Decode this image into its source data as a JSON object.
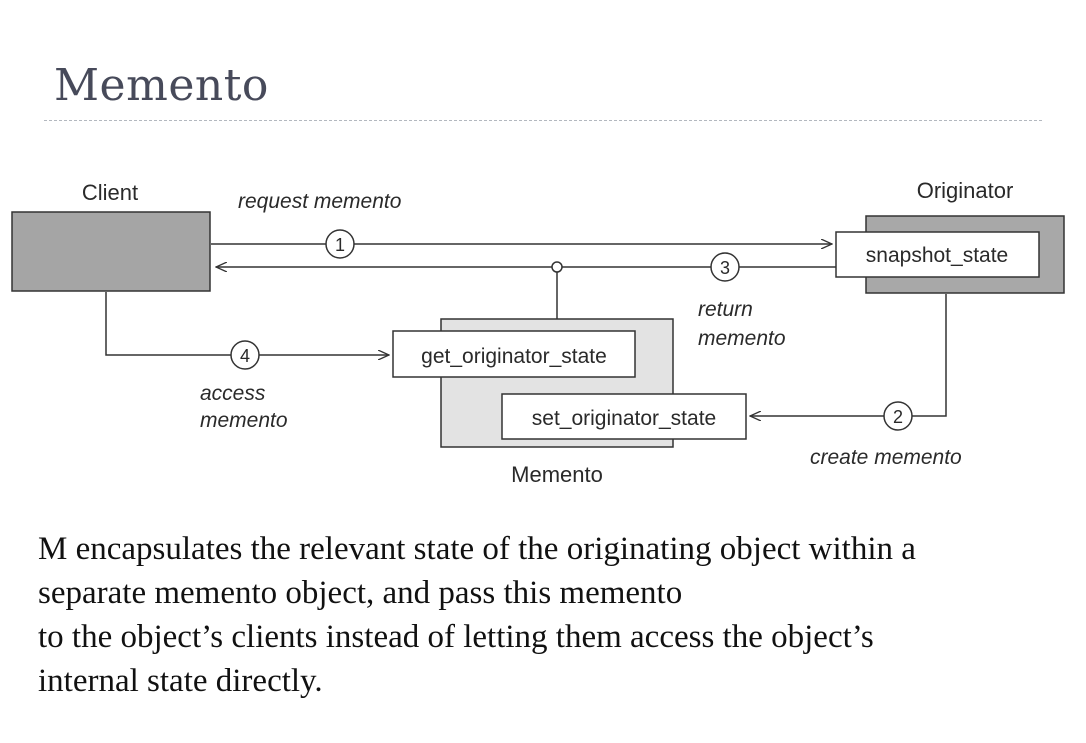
{
  "title": "Memento",
  "diagram": {
    "client_label": "Client",
    "originator_label": "Originator",
    "memento_label": "Memento",
    "snapshot_method": "snapshot_state",
    "get_method": "get_originator_state",
    "set_method": "set_originator_state",
    "step1_num": "1",
    "step2_num": "2",
    "step3_num": "3",
    "step4_num": "4",
    "step1_label": "request memento",
    "step2_label": "create memento",
    "step3_label_line1": "return",
    "step3_label_line2": "memento",
    "step4_label_line1": "access",
    "step4_label_line2": "memento",
    "colors": {
      "client_box": "#a5a5a5",
      "originator_box": "#a8a8a8",
      "memento_box": "#e3e3e3",
      "line": "#333333"
    }
  },
  "body_lines": [
    "M encapsulates the relevant state of the originating object within a",
    "separate memento object, and pass this memento",
    "to the object’s clients instead of letting them access the object’s",
    "internal state directly."
  ]
}
